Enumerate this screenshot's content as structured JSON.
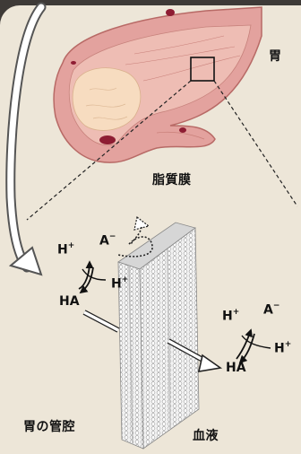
{
  "labels": {
    "stomach": "胃",
    "lipid_membrane": "脂質膜",
    "lumen": "胃の管腔",
    "blood": "血液"
  },
  "chemistry_left": {
    "h_plus_top": "H",
    "h_plus_right": "H",
    "a_minus": "A",
    "ha": "HA",
    "plus": "+",
    "minus": "−"
  },
  "chemistry_right": {
    "h_plus_top": "H",
    "h_plus_right": "H",
    "a_minus": "A",
    "ha": "HA",
    "plus": "+",
    "minus": "−"
  },
  "colors": {
    "background": "#ede6d8",
    "stomach_outer": "#e4a7a3",
    "stomach_inner": "#f5d6bc",
    "membrane": "#e6e6e6"
  }
}
